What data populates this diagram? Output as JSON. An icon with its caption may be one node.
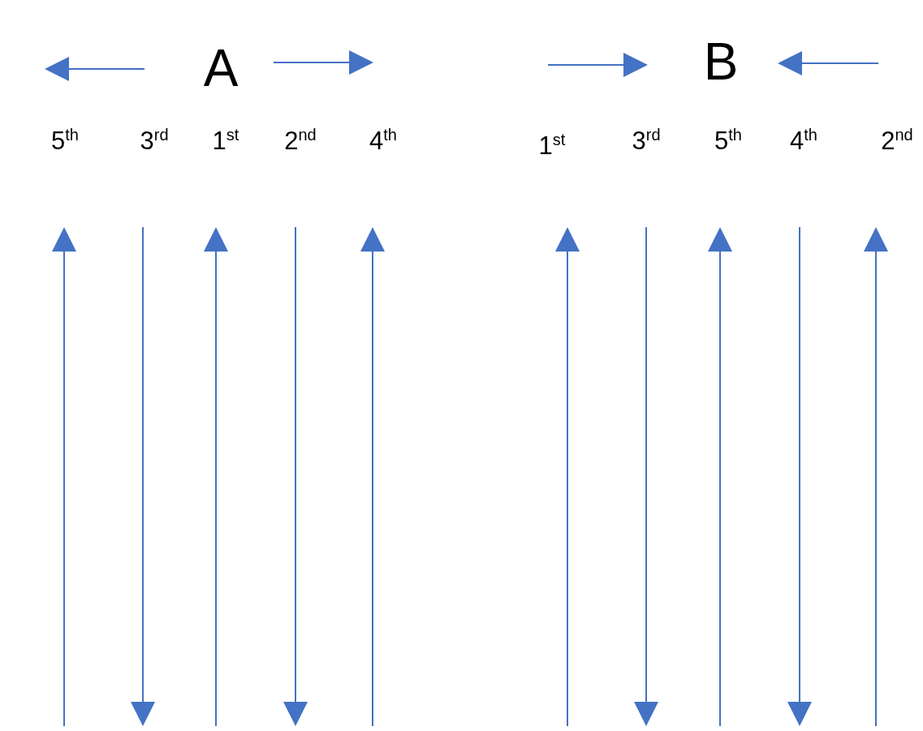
{
  "diagram": {
    "labels": [
      "A",
      "B",
      "5$^{th}$",
      "3$^{rd}$",
      "1$^{st}$",
      "2$^{nd}$",
      "4$^{th}$",
      "1$^{st}$",
      "3$^{rd}$",
      "5$^{th}$",
      "4$^{th}$",
      "2$^{nd}$"
    ]
  }
}
